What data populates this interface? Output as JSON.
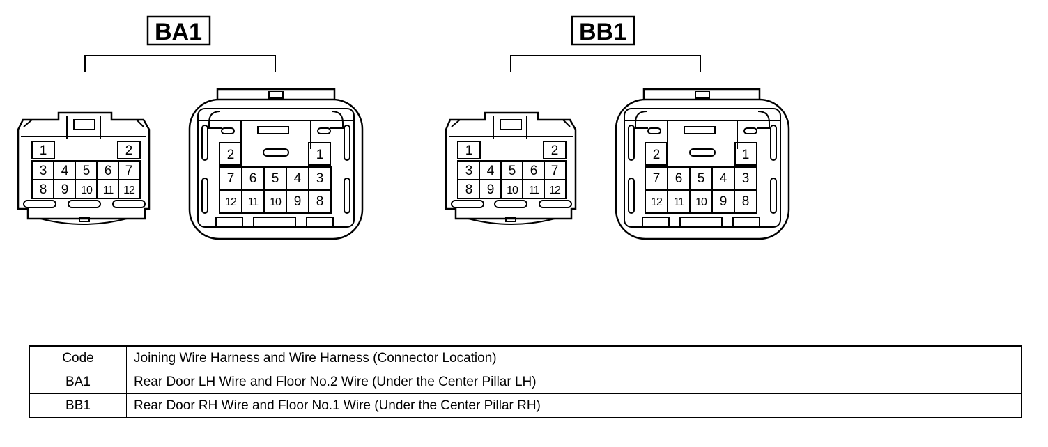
{
  "connectors": [
    {
      "code": "BA1",
      "male": {
        "rows": [
          [
            "1",
            "",
            "",
            "",
            "2"
          ],
          [
            "3",
            "4",
            "5",
            "6",
            "7"
          ],
          [
            "8",
            "9",
            "10",
            "11",
            "12"
          ]
        ]
      },
      "female": {
        "rows": [
          [
            "2",
            "",
            "",
            "",
            "1"
          ],
          [
            "7",
            "6",
            "5",
            "4",
            "3"
          ],
          [
            "12",
            "11",
            "10",
            "9",
            "8"
          ]
        ]
      }
    },
    {
      "code": "BB1",
      "male": {
        "rows": [
          [
            "1",
            "",
            "",
            "",
            "2"
          ],
          [
            "3",
            "4",
            "5",
            "6",
            "7"
          ],
          [
            "8",
            "9",
            "10",
            "11",
            "12"
          ]
        ]
      },
      "female": {
        "rows": [
          [
            "2",
            "",
            "",
            "",
            "1"
          ],
          [
            "7",
            "6",
            "5",
            "4",
            "3"
          ],
          [
            "12",
            "11",
            "10",
            "9",
            "8"
          ]
        ]
      }
    }
  ],
  "legend": {
    "header": {
      "code": "Code",
      "description": "Joining Wire Harness and Wire Harness (Connector Location)"
    },
    "rows": [
      {
        "code": "BA1",
        "description": "Rear Door LH Wire and Floor No.2 Wire (Under the Center Pillar LH)"
      },
      {
        "code": "BB1",
        "description": "Rear Door RH Wire and Floor No.1 Wire (Under the Center Pillar RH)"
      }
    ]
  }
}
